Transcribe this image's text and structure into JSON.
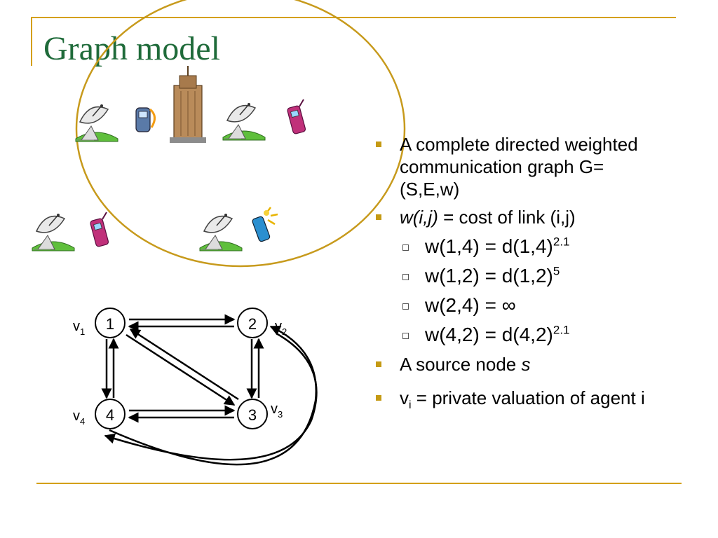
{
  "slide": {
    "title": "Graph model",
    "bullets": [
      {
        "text": "A complete directed weighted communication graph G=(S,E,w)"
      },
      {
        "func": "w(i,j)",
        "rest": " = cost of link (i,j)"
      },
      {
        "base": "w(1,4) = d(1,4)",
        "sup": "2.1"
      },
      {
        "base": "w(1,2) = d(1,2)",
        "sup": "5"
      },
      {
        "base": "w(2,4) = ∞"
      },
      {
        "base": "w(4,2) = d(4,2)",
        "sup": "2.1"
      },
      {
        "pre": "A source node ",
        "it": "s"
      },
      {
        "sym": "v",
        "sub": "i",
        "rest": " = private valuation of agent i"
      }
    ]
  },
  "graph": {
    "nodes": [
      {
        "id": "1",
        "val": "v",
        "sub": "1"
      },
      {
        "id": "2",
        "val": "v",
        "sub": "2"
      },
      {
        "id": "3",
        "val": "v",
        "sub": "3"
      },
      {
        "id": "4",
        "val": "v",
        "sub": "4"
      }
    ]
  },
  "icons": [
    "satellite-dish-icon",
    "mobile-phone-icon",
    "building-icon"
  ],
  "colors": {
    "accent": "#d4a017",
    "title": "#1f6b3a",
    "bullet": "#c59a14",
    "phone": "#c0307a"
  }
}
